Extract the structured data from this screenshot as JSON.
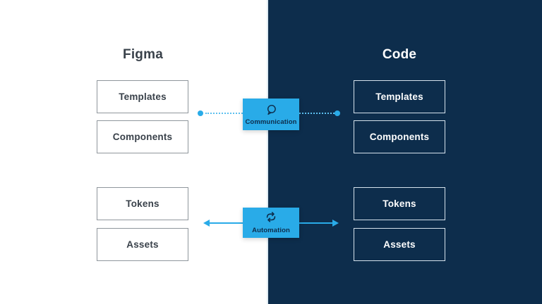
{
  "figma": {
    "title": "Figma",
    "boxes": [
      "Templates",
      "Components",
      "Tokens",
      "Assets"
    ]
  },
  "code": {
    "title": "Code",
    "boxes": [
      "Templates",
      "Components",
      "Tokens",
      "Assets"
    ]
  },
  "connectors": {
    "communication": {
      "label": "Communication",
      "icon": "speech-bubble-icon",
      "line_style": "dotted-with-end-dots"
    },
    "automation": {
      "label": "Automation",
      "icon": "sync-arrows-icon",
      "line_style": "solid-with-arrowheads-both-directions"
    }
  },
  "colors": {
    "figma_panel_bg": "#ffffff",
    "code_panel_bg": "#0d2d4c",
    "accent_blue": "#29abe8",
    "accent_blue_soft": "#5cc0ef",
    "badge_text": "#0d2d4c",
    "figma_text": "#39414a",
    "figma_box_border": "#8f969c",
    "code_box_border": "#d5e2ec",
    "code_text": "#ffffff"
  }
}
